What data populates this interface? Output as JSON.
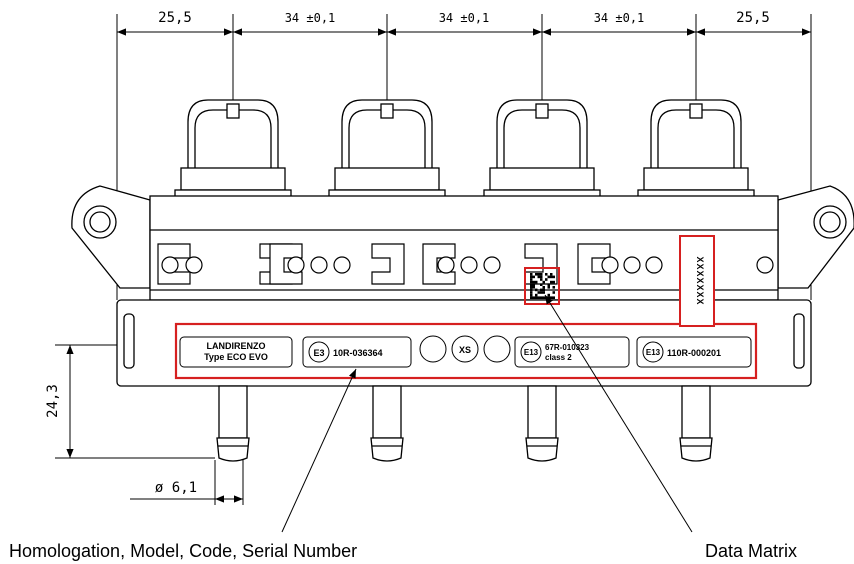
{
  "dimensions": {
    "top": [
      "25,5",
      "34 ±0,1",
      "34 ±0,1",
      "34 ±0,1",
      "25,5"
    ],
    "height": "24,3",
    "diameter": "ø 6,1"
  },
  "plate": {
    "brand": "LANDIRENZO",
    "type": "Type ECO EVO",
    "e3_mark": "E3",
    "e3_code": "10R-036364",
    "xs_mark": "XS",
    "e13a_mark": "E13",
    "e13a_code": "67R-010323",
    "e13a_class": "class 2",
    "e13b_mark": "E13",
    "e13b_code": "110R-000201"
  },
  "matrix_label": "XXXXXXX",
  "callouts": {
    "homologation": "Homologation, Model, Code, Serial Number",
    "data_matrix": "Data Matrix"
  },
  "colors": {
    "highlight": "#d62020",
    "line": "#000000"
  }
}
